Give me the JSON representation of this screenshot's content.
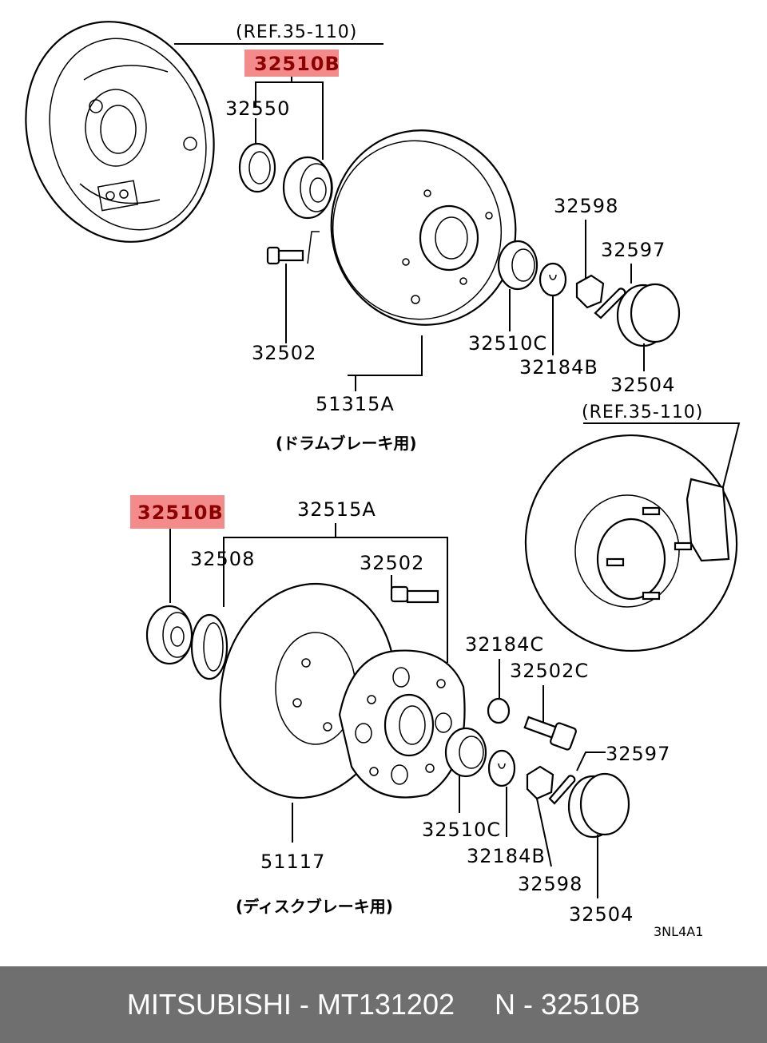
{
  "drum": {
    "ref": "(REF.35-110)",
    "highlight": "32510B",
    "l32550": "32550",
    "l32598": "32598",
    "l32597": "32597",
    "l32502": "32502",
    "l32510C": "32510C",
    "l32184B": "32184B",
    "l32504": "32504",
    "l51315A": "51315A",
    "caption": "(ドラムブレーキ用)"
  },
  "disc": {
    "ref": "(REF.35-110)",
    "highlight": "32510B",
    "l32515A": "32515A",
    "l32508": "32508",
    "l32502": "32502",
    "l32184C": "32184C",
    "l32502C": "32502C",
    "l32597": "32597",
    "l32510C": "32510C",
    "l32184B": "32184B",
    "l32598": "32598",
    "l51117": "51117",
    "l32504": "32504",
    "caption": "(ディスクブレーキ用)"
  },
  "diagram_code": "3NL4A1",
  "footer": "MITSUBISHI - MT131202     N - 32510B",
  "colors": {
    "highlight": "#f48b8b",
    "footer_bg": "#6f6f6f"
  }
}
